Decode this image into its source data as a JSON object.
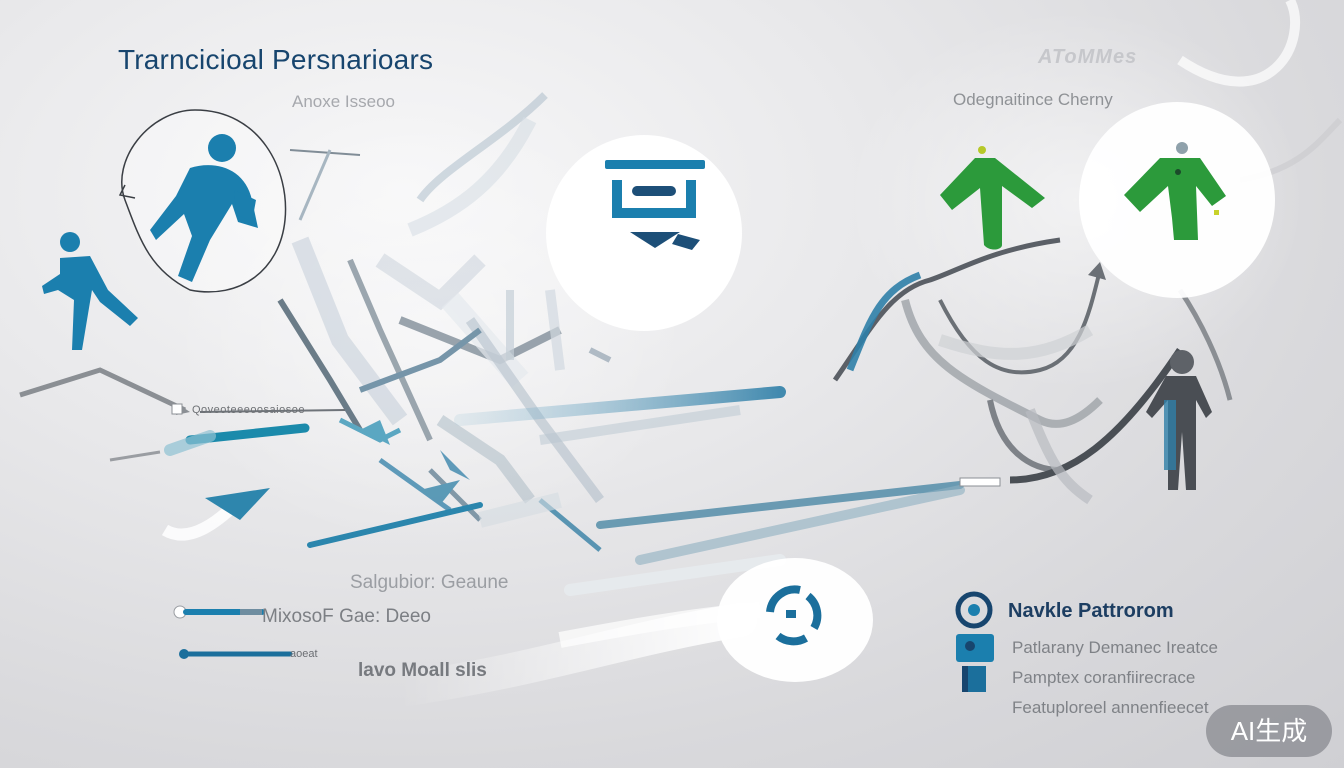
{
  "title": "Trarncicioal Persnarioars",
  "subtitle": "Anoxe Isseoo",
  "top_right_label": "Odegnaitince Cherny",
  "faint_top": "AToMMes",
  "axis_label": "Qoveoteeeoosaiosoe",
  "mid_label": "Salgubior: Geaune",
  "bar_label_1": "MixosoF Gae: Deeo",
  "bar_label_2": "aoeat",
  "bottom_label": "lavo Moall slis",
  "panel": {
    "title": "Navkle Pattrorom",
    "lines": [
      "Patlarany Demanec Ireatce",
      "Pamptex coranfiirecrace",
      "Featuploreel annenfieecet"
    ]
  },
  "badge": "AI生成",
  "colors": {
    "navy": "#17456e",
    "teal_blue": "#1b7fae",
    "green": "#2c9a3b",
    "gray": "#8e9196"
  },
  "icons": [
    "walking-person-icon",
    "walking-person-large-icon",
    "inbox-tray-icon",
    "green-person-arrow-icon",
    "green-person-icon",
    "standing-person-icon",
    "refresh-circle-icon",
    "location-pin-icon"
  ]
}
